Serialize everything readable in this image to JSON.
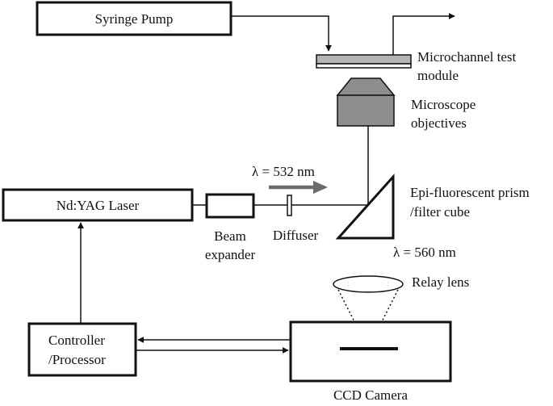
{
  "diagram": {
    "syringe_pump": "Syringe Pump",
    "microchannel": {
      "line1": "Microchannel test",
      "line2": "module"
    },
    "microscope": {
      "line1": "Microscope",
      "line2": "objectives"
    },
    "laser_wavelength": "λ = 532 nm",
    "laser": "Nd:YAG Laser",
    "beam_expander": {
      "line1": "Beam",
      "line2": "expander"
    },
    "diffuser": "Diffuser",
    "prism": {
      "line1": "Epi-fluorescent prism",
      "line2": "/filter cube"
    },
    "emission_wavelength": "λ = 560 nm",
    "relay_lens": "Relay lens",
    "controller": {
      "line1": "Controller",
      "line2": "/Processor"
    },
    "ccd_camera": "CCD Camera"
  },
  "colors": {
    "stroke": "#111111",
    "module_fill": "#b4b4b4",
    "objective_fill": "#8e8e8e",
    "beam_arrow": "#6a6a6a"
  }
}
